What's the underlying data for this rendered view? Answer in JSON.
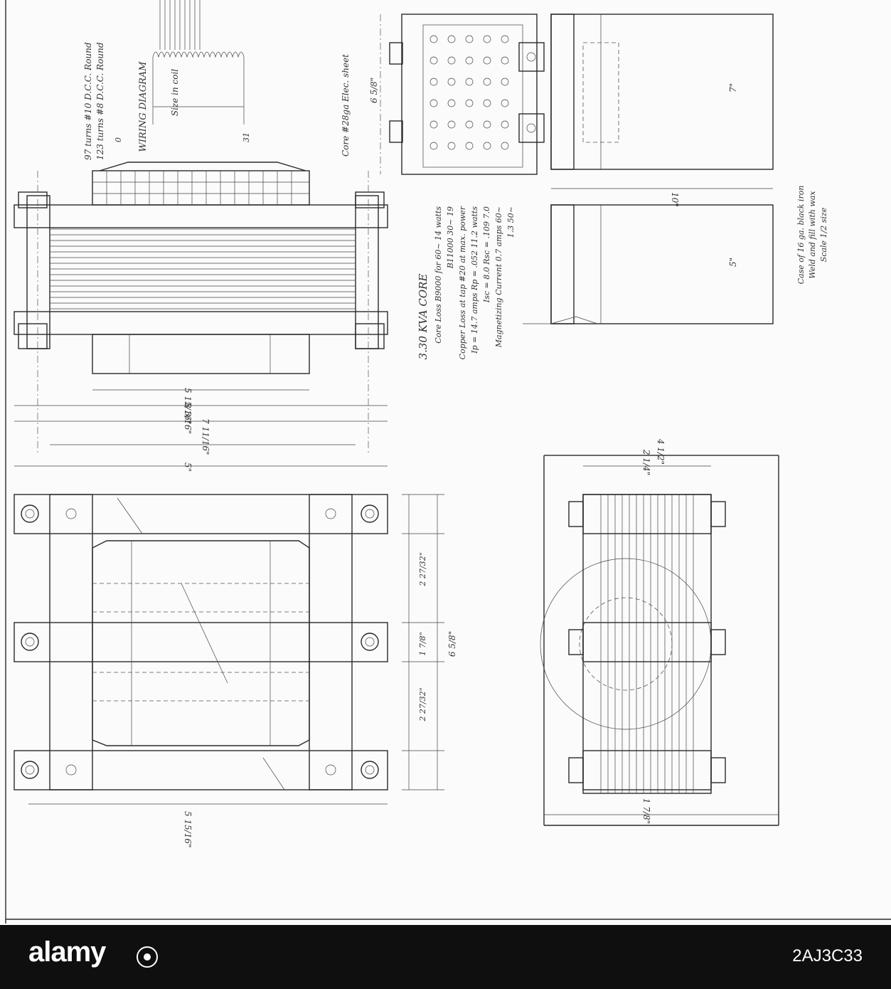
{
  "drawing": {
    "wiring_title": "WIRING DIAGRAM",
    "wire_spec_1": "97 turns #10 D.C.C. Round",
    "wire_spec_2": "123 turns #8 D.C.C. Round",
    "size_in_coil": "Size in coil",
    "core_note": "Core #28ga Elec. sheet",
    "kva_title": "3.30 KVA CORE",
    "spec_lines": [
      "Core Loss B9000 for 60~  14 watts",
      "B11000  30~  19",
      "Copper Loss at tap #20 at max. power",
      "Ip = 14.7 amps   Rp = .052   11.2 watts",
      "Isc = 8.0   Rsc = .109   7.0",
      "Magnetizing Current 0.7 amps 60~",
      "1.3  50~"
    ],
    "case_note_1": "Case of 16 ga. black iron",
    "case_note_2": "Weld and fill with wax",
    "case_note_3": "Scale 1/2 size",
    "lead_0": "0",
    "lead_31": "31",
    "dim_7": "7\"",
    "dim_5": "5\"",
    "dim_10": "10\"",
    "dim_6_5_8": "6 5/8\"",
    "dim_1_7_8": "1 7/8\"",
    "dim_2_27_32": "2 27/32\"",
    "dim_4_1_2": "4 1/2\"",
    "dim_2_1_4": "2 1/4\"",
    "dim_5_15_16": "5 15/16\"",
    "dim_7_11_16": "7 11/16\"",
    "dim_8_3_16": "8 3/16\""
  },
  "footer": {
    "brand": "alamy",
    "image_code": "2AJ3C33"
  }
}
